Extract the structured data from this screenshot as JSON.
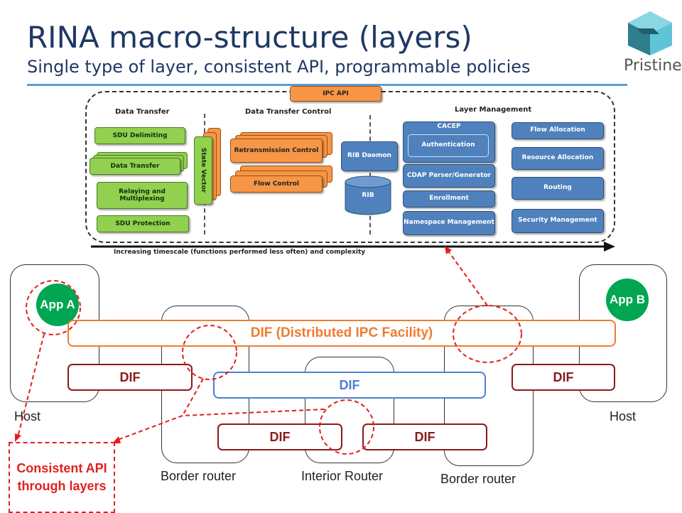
{
  "header": {
    "title": "RINA macro-structure (layers)",
    "subtitle": "Single type of layer, consistent API, programmable policies",
    "logo_text": "Pristine"
  },
  "layer_detail": {
    "ipc_api": "IPC API",
    "sections": {
      "data_transfer": "Data Transfer",
      "data_transfer_control": "Data Transfer Control",
      "layer_management": "Layer Management"
    },
    "data_transfer": {
      "sdu_delimiting": "SDU Delimiting",
      "data_transfer": "Data Transfer",
      "relaying": "Relaying and Multiplexing",
      "sdu_protection": "SDU Protection",
      "state_vector": "State Vector"
    },
    "data_transfer_control": {
      "retransmission": "Retransmission Control",
      "flow_control": "Flow Control"
    },
    "rib": {
      "daemon": "RIB Daemon",
      "rib": "RIB"
    },
    "management_left": {
      "cacep": "CACEP",
      "authentication": "Authentication",
      "cdap": "CDAP Parser/Generator",
      "enrollment": "Enrollment",
      "namespace": "Namespace Management"
    },
    "management_right": {
      "flow_allocation": "Flow Allocation",
      "resource_allocation": "Resource Allocation",
      "routing": "Routing",
      "security": "Security Management"
    },
    "timescale": "Increasing timescale (functions performed less often) and complexity"
  },
  "network": {
    "app_a": "App A",
    "app_b": "App B",
    "dif_top": "DIF (Distributed IPC Facility)",
    "dif_left": "DIF",
    "dif_right": "DIF",
    "dif_middle": "DIF",
    "dif_bottom_left": "DIF",
    "dif_bottom_right": "DIF",
    "host_left": "Host",
    "host_right": "Host",
    "border_router_left": "Border router",
    "interior_router": "Interior Router",
    "border_router_right": "Border router",
    "callout": "Consistent API through layers"
  },
  "colors": {
    "title": "#1f3864",
    "green_box": "#92d050",
    "orange_box": "#f79646",
    "blue_box": "#4f81bd",
    "dif_red": "#8b1a1a",
    "dif_blue": "#4a7fd6",
    "dif_orange": "#ed7d31",
    "app": "#00a651",
    "callout": "#e21f1f"
  }
}
